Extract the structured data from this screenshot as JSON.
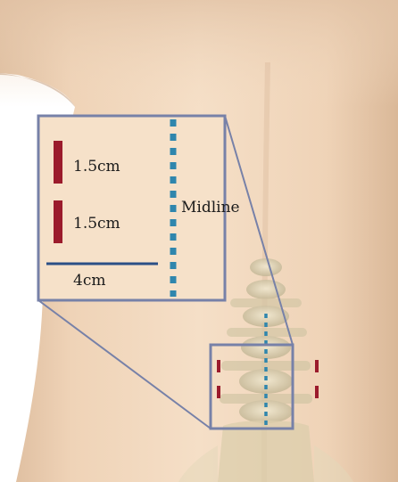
{
  "inset": {
    "incision_upper_label": "1.5cm",
    "incision_lower_label": "1.5cm",
    "midline_label": "Midline",
    "spacing_label": "4cm"
  },
  "colors": {
    "skin": "#f3dcc2",
    "skin_shadow": "#d9b99a",
    "frame": "#7781a8",
    "midline": "#2f86ad",
    "incision": "#9b1b2c",
    "scale_bar": "#2b4f86",
    "bone": "#ddd3b4",
    "background": "#ffffff"
  }
}
